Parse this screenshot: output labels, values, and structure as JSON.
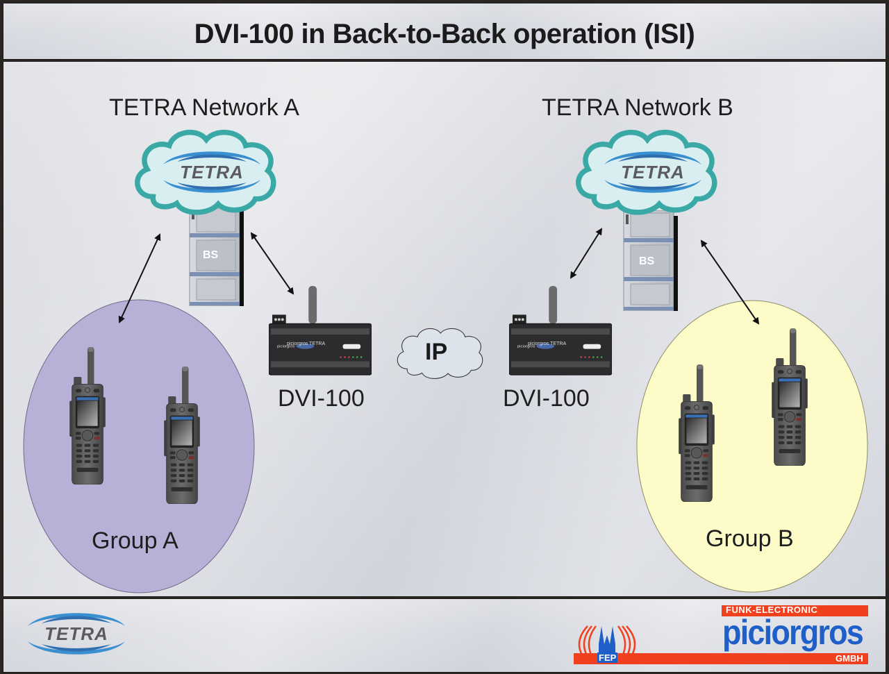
{
  "title": "DVI-100 in Back-to-Back operation (ISI)",
  "networks": [
    {
      "label": "TETRA Network A",
      "cloud_logo_text": "TETRA",
      "base_station_label": "BS"
    },
    {
      "label": "TETRA Network B",
      "cloud_logo_text": "TETRA",
      "base_station_label": "BS"
    }
  ],
  "gateways": [
    {
      "label": "DVI-100",
      "brand_text": "piciorgros TETRA"
    },
    {
      "label": "DVI-100",
      "brand_text": "piciorgros TETRA"
    }
  ],
  "ip_cloud": {
    "label": "IP"
  },
  "groups": [
    {
      "label": "Group A",
      "color": "#b9b0d8"
    },
    {
      "label": "Group B",
      "color": "#fdfcc8"
    }
  ],
  "footer": {
    "tetra_logo_text": "TETRA",
    "company": {
      "top_text": "FUNK-ELECTRONIC",
      "name": "piciorgros",
      "bottom_text": "GMBH",
      "emblem_text": "FEP"
    }
  },
  "colors": {
    "cloud_fill": "#d8eef0",
    "cloud_border": "#3aa9a5",
    "tetra_blue": "#3a8fd1",
    "tetra_gray": "#5b5b5f",
    "brand_red": "#f0401e",
    "brand_blue": "#1f5fc8"
  }
}
